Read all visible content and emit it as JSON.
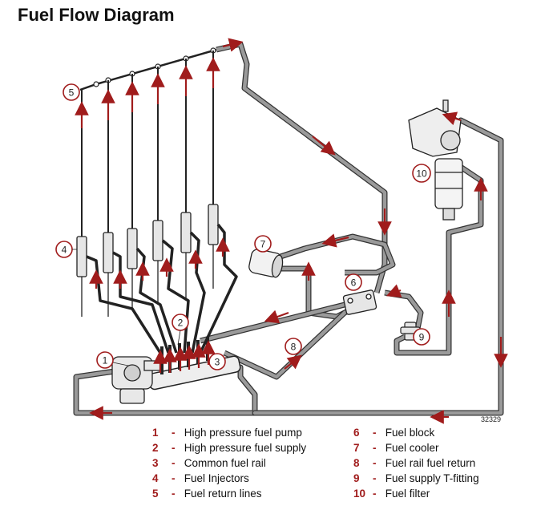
{
  "title": "Fuel Flow Diagram",
  "figure_number": "32329",
  "callouts": [
    "1",
    "2",
    "3",
    "4",
    "5",
    "6",
    "7",
    "8",
    "9",
    "10"
  ],
  "legend": [
    {
      "num": "1",
      "label": "High pressure fuel pump"
    },
    {
      "num": "2",
      "label": "High pressure fuel supply"
    },
    {
      "num": "3",
      "label": "Common fuel rail"
    },
    {
      "num": "4",
      "label": "Fuel Injectors"
    },
    {
      "num": "5",
      "label": "Fuel return lines"
    },
    {
      "num": "6",
      "label": "Fuel block"
    },
    {
      "num": "7",
      "label": "Fuel cooler"
    },
    {
      "num": "8",
      "label": "Fuel rail fuel return"
    },
    {
      "num": "9",
      "label": "Fuel supply T-fitting"
    },
    {
      "num": "10",
      "label": "Fuel filter"
    }
  ],
  "colors": {
    "pipe": "#8c8c8c",
    "pipe_edge": "#333333",
    "arrow": "#a01c1c",
    "callout_ring": "#a01c1c"
  }
}
